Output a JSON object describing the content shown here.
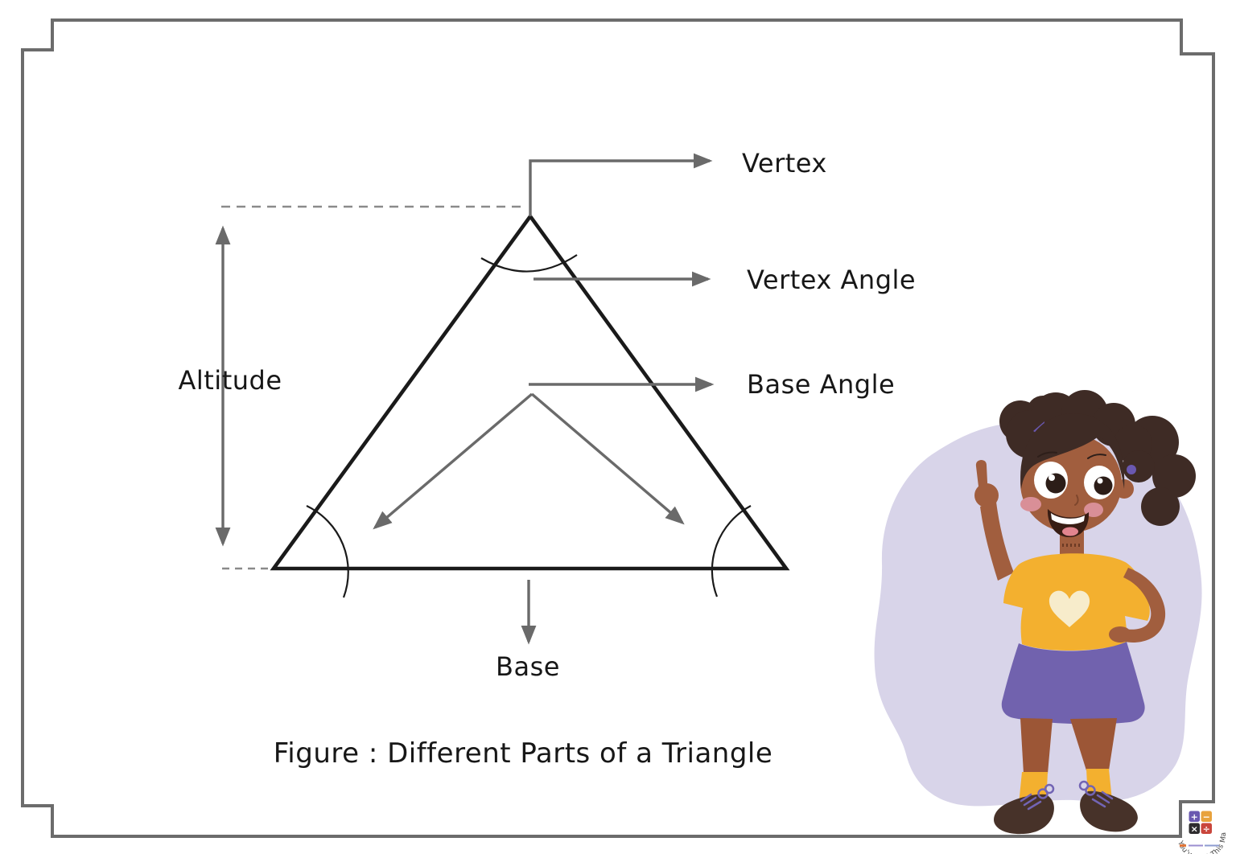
{
  "figure": {
    "callouts": {
      "vertex": "Vertex",
      "vertex_angle": "Vertex Angle",
      "base_angle": "Base Angle",
      "altitude": "Altitude",
      "base": "Base"
    },
    "caption": "Figure : Different Parts of a Triangle"
  },
  "logo": {
    "arc_text": "You've Got This Math",
    "tiles": [
      {
        "name": "plus-tile",
        "symbol": "+",
        "color": "#6a58b0"
      },
      {
        "name": "minus-tile",
        "symbol": "−",
        "color": "#e8a23c"
      },
      {
        "name": "multiply-tile",
        "symbol": "×",
        "color": "#2e2c2e"
      },
      {
        "name": "divide-tile",
        "symbol": "÷",
        "color": "#c9463c"
      }
    ]
  },
  "colors": {
    "frame": "#6c6c6c",
    "triangle_line": "#1a1a1a",
    "arrow": "#6a6a6a",
    "dash": "#8a8a8a",
    "blob": "#d8d4e9",
    "skin": "#a15e3e",
    "hair": "#3e2b25",
    "blush": "#d98f97",
    "shirt": "#f3b02f",
    "heart": "#f7eccb",
    "skirt": "#7162ae",
    "sock": "#f3b02f",
    "shoe": "#473229",
    "lace": "#7264b4"
  }
}
